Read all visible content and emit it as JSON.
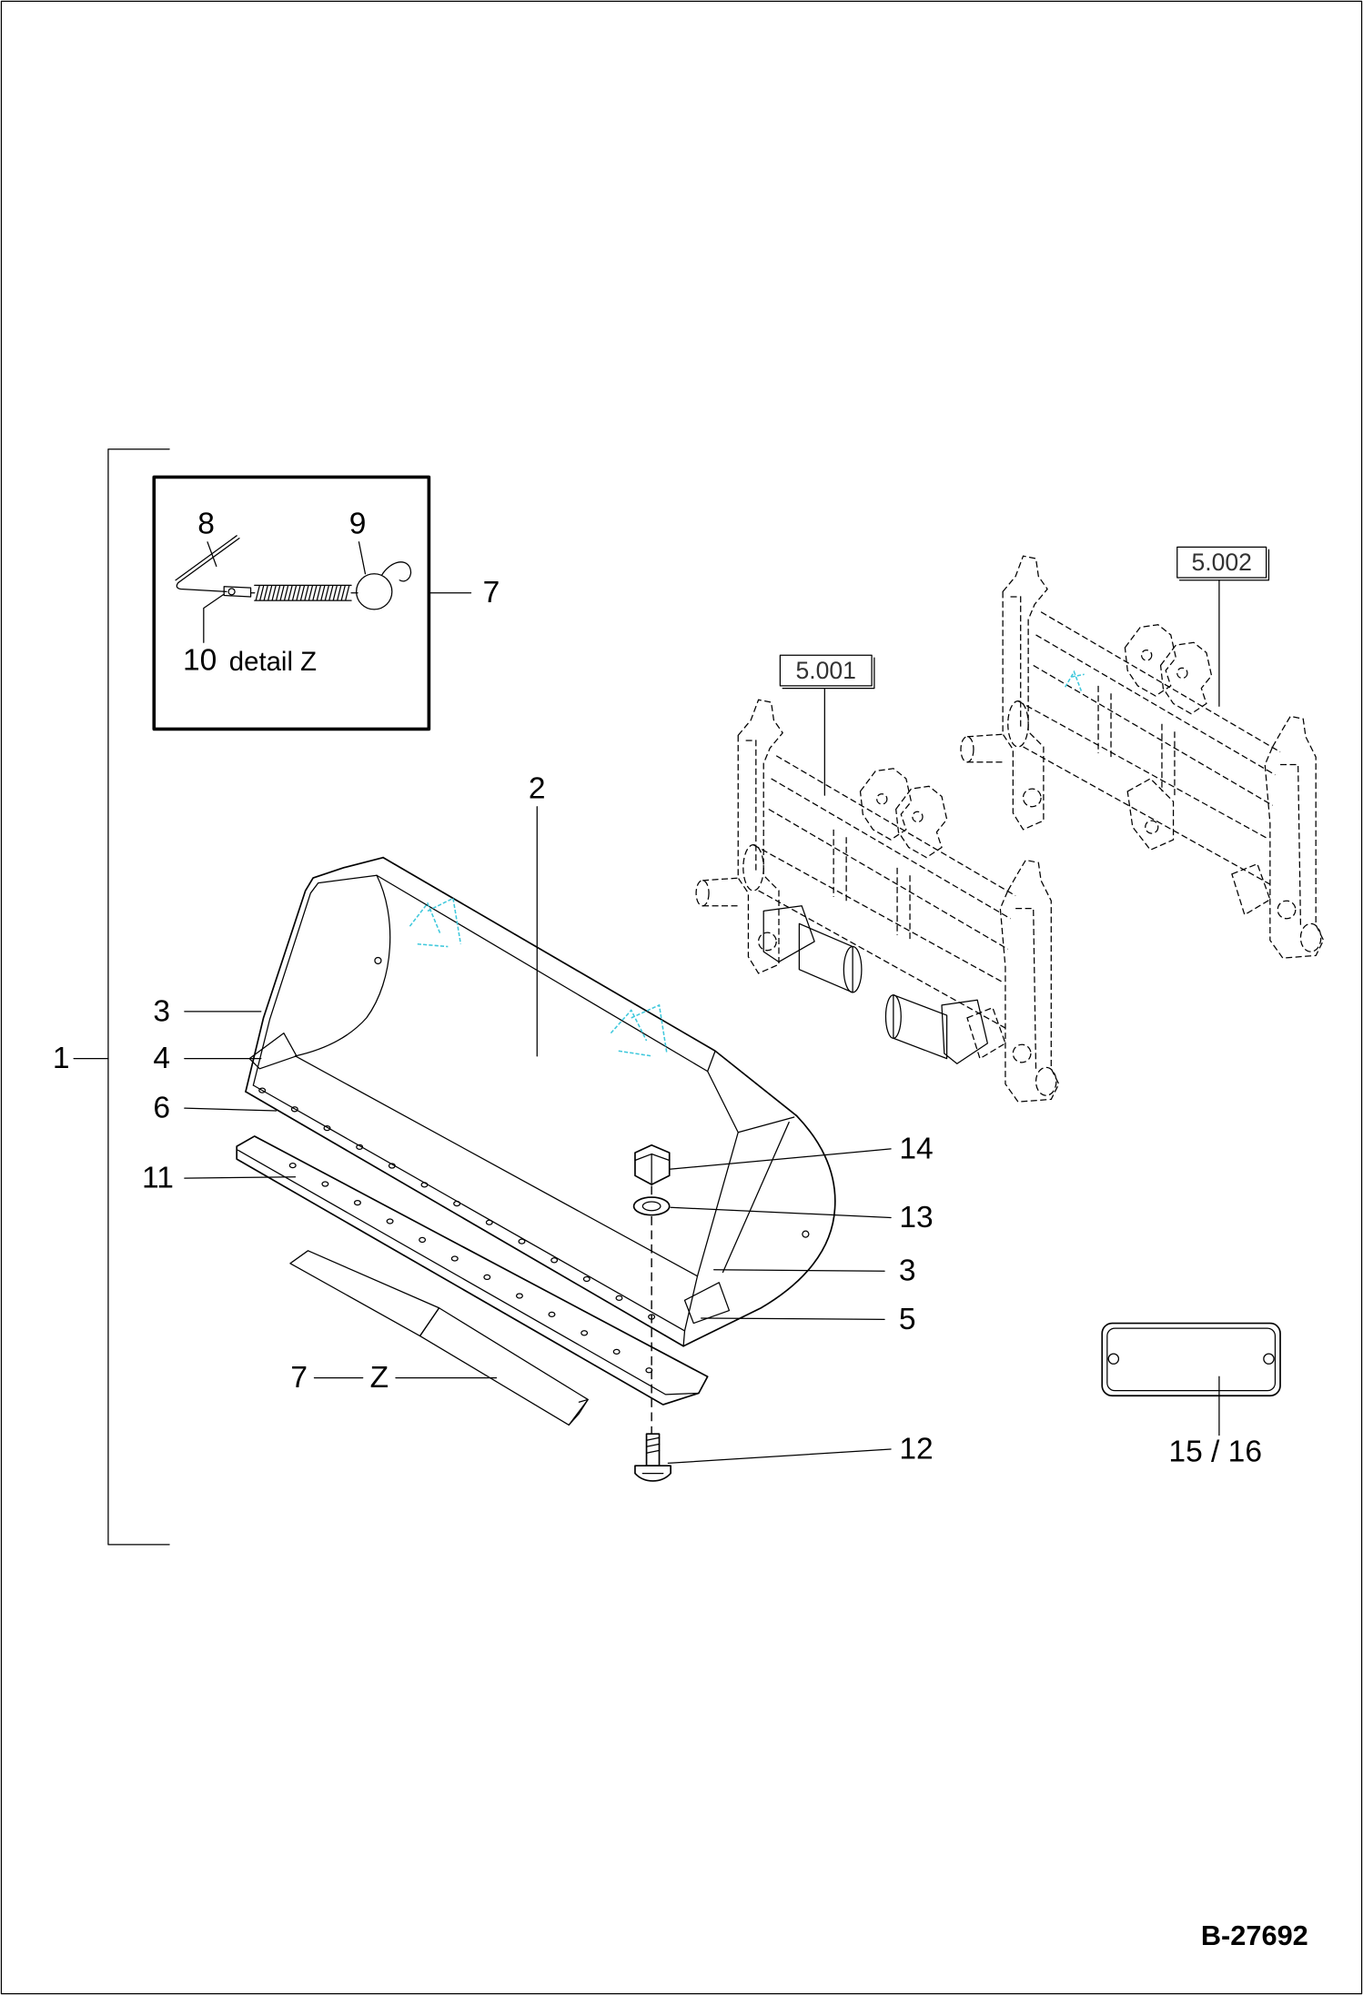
{
  "assembly": {
    "callout": "1"
  },
  "detail": {
    "callout": "7",
    "items": [
      "8",
      "9",
      "10"
    ],
    "caption": "detail Z"
  },
  "bucket": {
    "top_callout": "2",
    "left_callouts": [
      "3",
      "4",
      "6",
      "11"
    ],
    "right_callouts": [
      "14",
      "13",
      "3",
      "5",
      "12"
    ],
    "wear_strip_callout": "7",
    "wear_strip_ref": "Z"
  },
  "couplers": [
    {
      "ref": "5.001"
    },
    {
      "ref": "5.002"
    }
  ],
  "plate": {
    "callout": "15 / 16"
  },
  "drawing_number": "B-27692",
  "colors": {
    "line": "#000000",
    "decal": "#3ec8dc",
    "paper": "#ffffff"
  }
}
